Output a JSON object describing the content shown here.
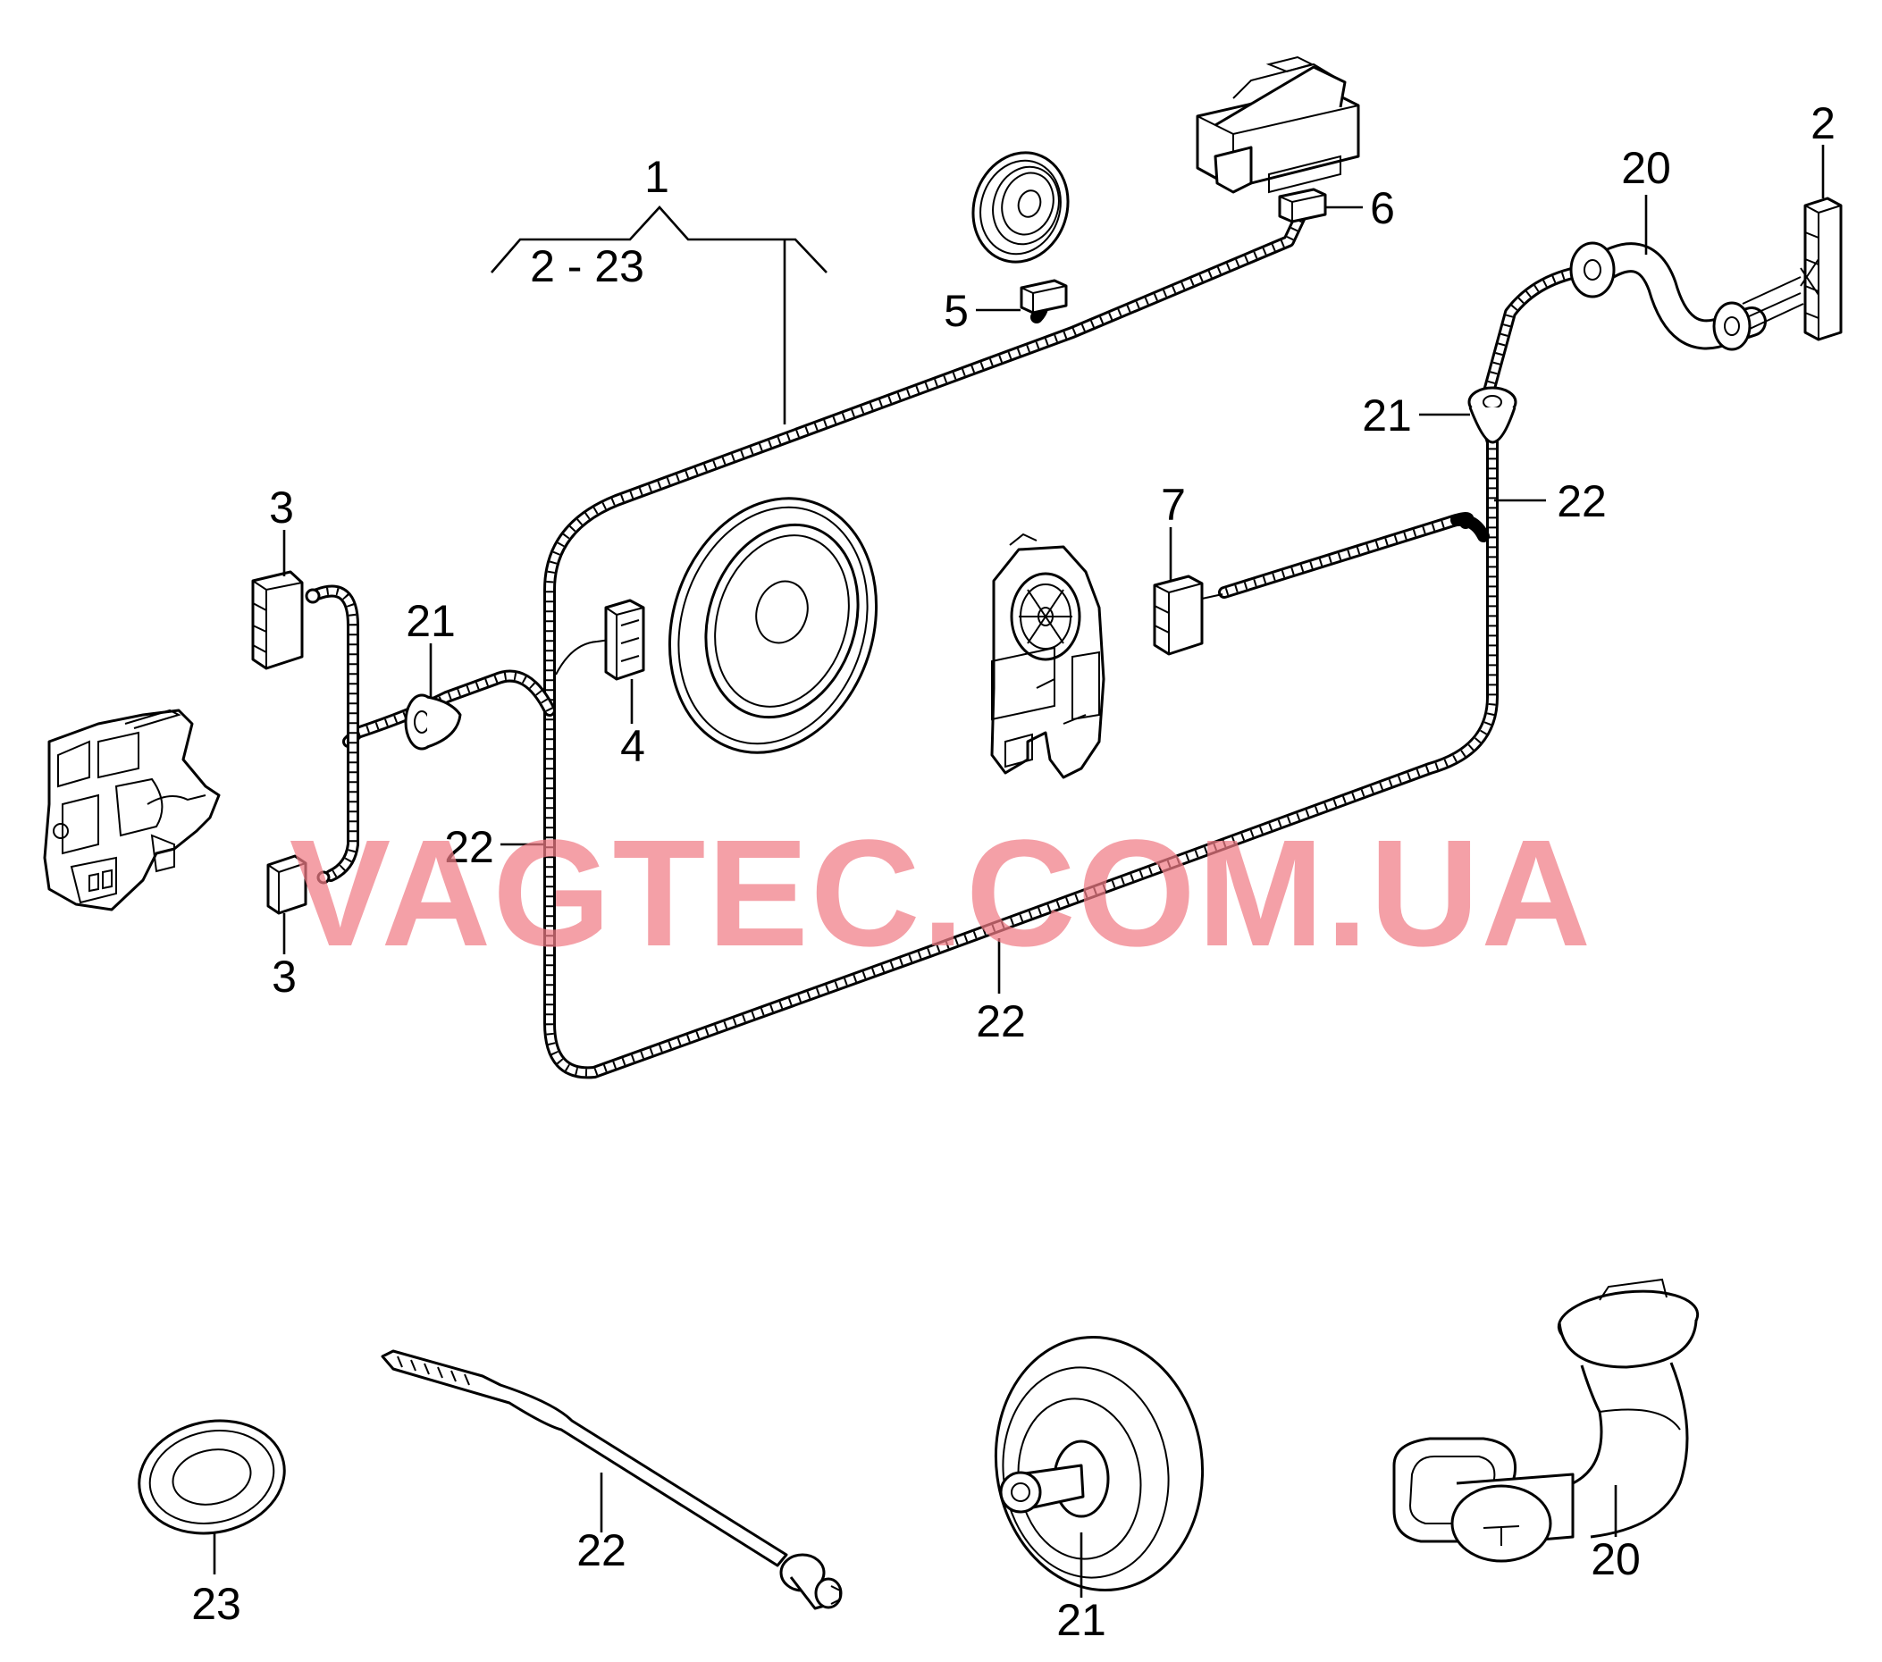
{
  "labels": {
    "l1": "1",
    "l2_23": "2 - 23",
    "l2": "2",
    "l3a": "3",
    "l3b": "3",
    "l4": "4",
    "l5": "5",
    "l6": "6",
    "l7": "7",
    "l20a": "20",
    "l20b": "20",
    "l21a": "21",
    "l21b": "21",
    "l21c": "21",
    "l22a": "22",
    "l22b": "22",
    "l22c": "22",
    "l22d": "22",
    "l23": "23"
  },
  "watermark": "VAGTEC.COM.UA"
}
